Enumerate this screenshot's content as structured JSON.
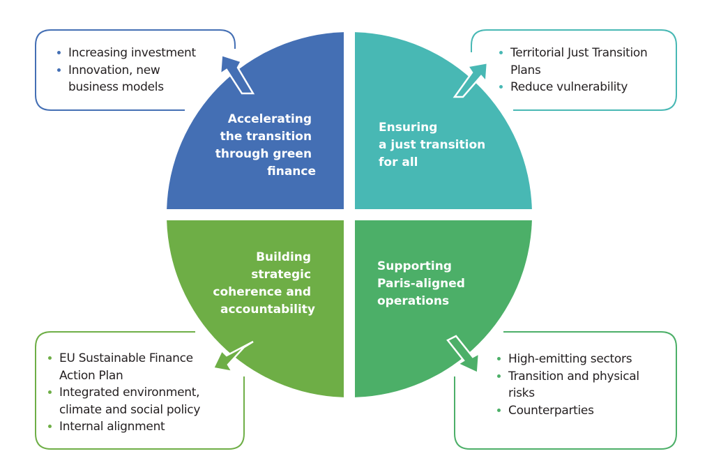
{
  "colors": {
    "blue": "#446fb4",
    "teal": "#48b8b4",
    "light_green": "#6eae46",
    "green": "#4caf68"
  },
  "quadrants": [
    {
      "id": "top-left",
      "color": "#446fb4",
      "title_lines": [
        "Accelerating",
        "the transition",
        "through green",
        "finance"
      ],
      "bullets": [
        "Increasing investment",
        "Innovation, new business models"
      ],
      "arrow_icon": "arrow-up-left"
    },
    {
      "id": "top-right",
      "color": "#48b8b4",
      "title_lines": [
        "Ensuring",
        "a just transition",
        "for all"
      ],
      "bullets": [
        "Territorial Just Transition Plans",
        "Reduce vulnerability"
      ],
      "arrow_icon": "arrow-up-right"
    },
    {
      "id": "bottom-left",
      "color": "#6eae46",
      "title_lines": [
        "Building",
        "strategic",
        "coherence and",
        "accountability"
      ],
      "bullets": [
        "EU Sustainable Finance Action Plan",
        "Integrated environment, climate and social policy",
        "Internal alignment"
      ],
      "arrow_icon": "arrow-down-left"
    },
    {
      "id": "bottom-right",
      "color": "#4caf68",
      "title_lines": [
        "Supporting",
        "Paris-aligned",
        "operations"
      ],
      "bullets": [
        "High-emitting sectors",
        "Transition and physical risks",
        "Counterparties"
      ],
      "arrow_icon": "arrow-down-right"
    }
  ],
  "bullet_text": {
    "tl": [
      "Increasing investment",
      "Innovation, new",
      "business models"
    ],
    "tr": [
      "Territorial Just Transition",
      "Plans",
      "Reduce vulnerability"
    ],
    "bl": [
      "EU Sustainable Finance",
      "Action Plan",
      "Integrated environment,",
      "climate and social policy",
      "Internal alignment"
    ],
    "br": [
      "High-emitting sectors",
      "Transition and physical",
      "risks",
      "Counterparties"
    ]
  }
}
